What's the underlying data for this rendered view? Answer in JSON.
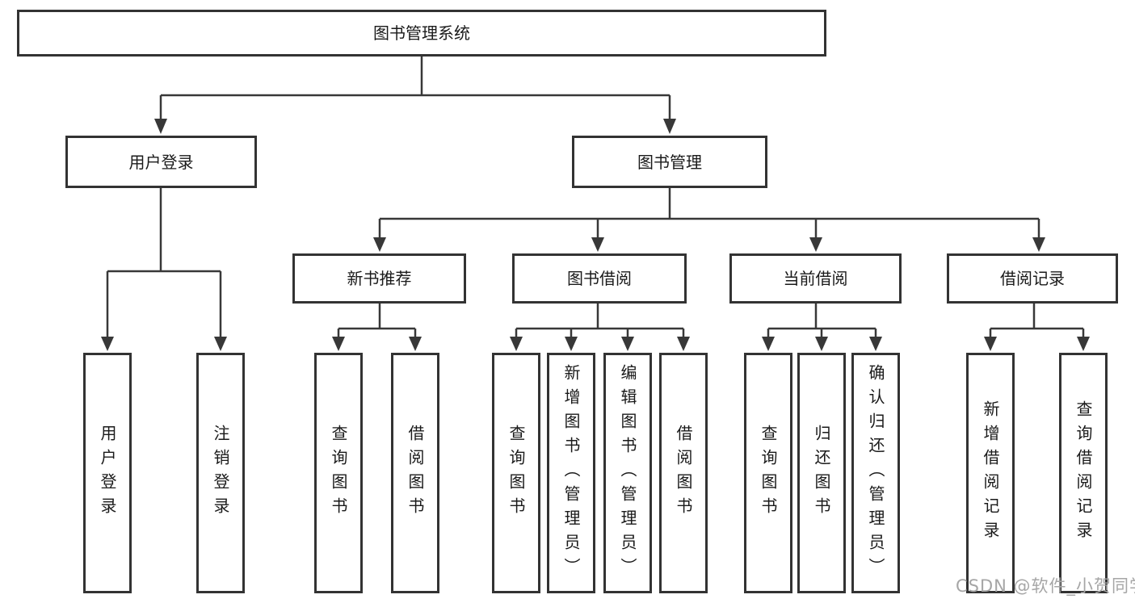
{
  "diagram": {
    "type": "hierarchy",
    "watermark": "CSDN @软件_小贺同学",
    "colors": {
      "line": "#383838",
      "border": "#333333",
      "text": "#1a1a1a",
      "watermark": "#a6a6a6",
      "background": "#ffffff"
    },
    "tree": {
      "label": "图书管理系统",
      "children": [
        {
          "label": "用户登录",
          "children": [
            {
              "label": "用户登录"
            },
            {
              "label": "注销登录"
            }
          ]
        },
        {
          "label": "图书管理",
          "children": [
            {
              "label": "新书推荐",
              "children": [
                {
                  "label": "查询图书"
                },
                {
                  "label": "借阅图书"
                }
              ]
            },
            {
              "label": "图书借阅",
              "children": [
                {
                  "label": "查询图书"
                },
                {
                  "label": "新增图书（管理员）"
                },
                {
                  "label": "编辑图书（管理员）"
                },
                {
                  "label": "借阅图书"
                }
              ]
            },
            {
              "label": "当前借阅",
              "children": [
                {
                  "label": "查询图书"
                },
                {
                  "label": "归还图书"
                },
                {
                  "label": "确认归还（管理员）"
                }
              ]
            },
            {
              "label": "借阅记录",
              "children": [
                {
                  "label": "新增借阅记录"
                },
                {
                  "label": "查询借阅记录"
                }
              ]
            }
          ]
        }
      ]
    }
  }
}
